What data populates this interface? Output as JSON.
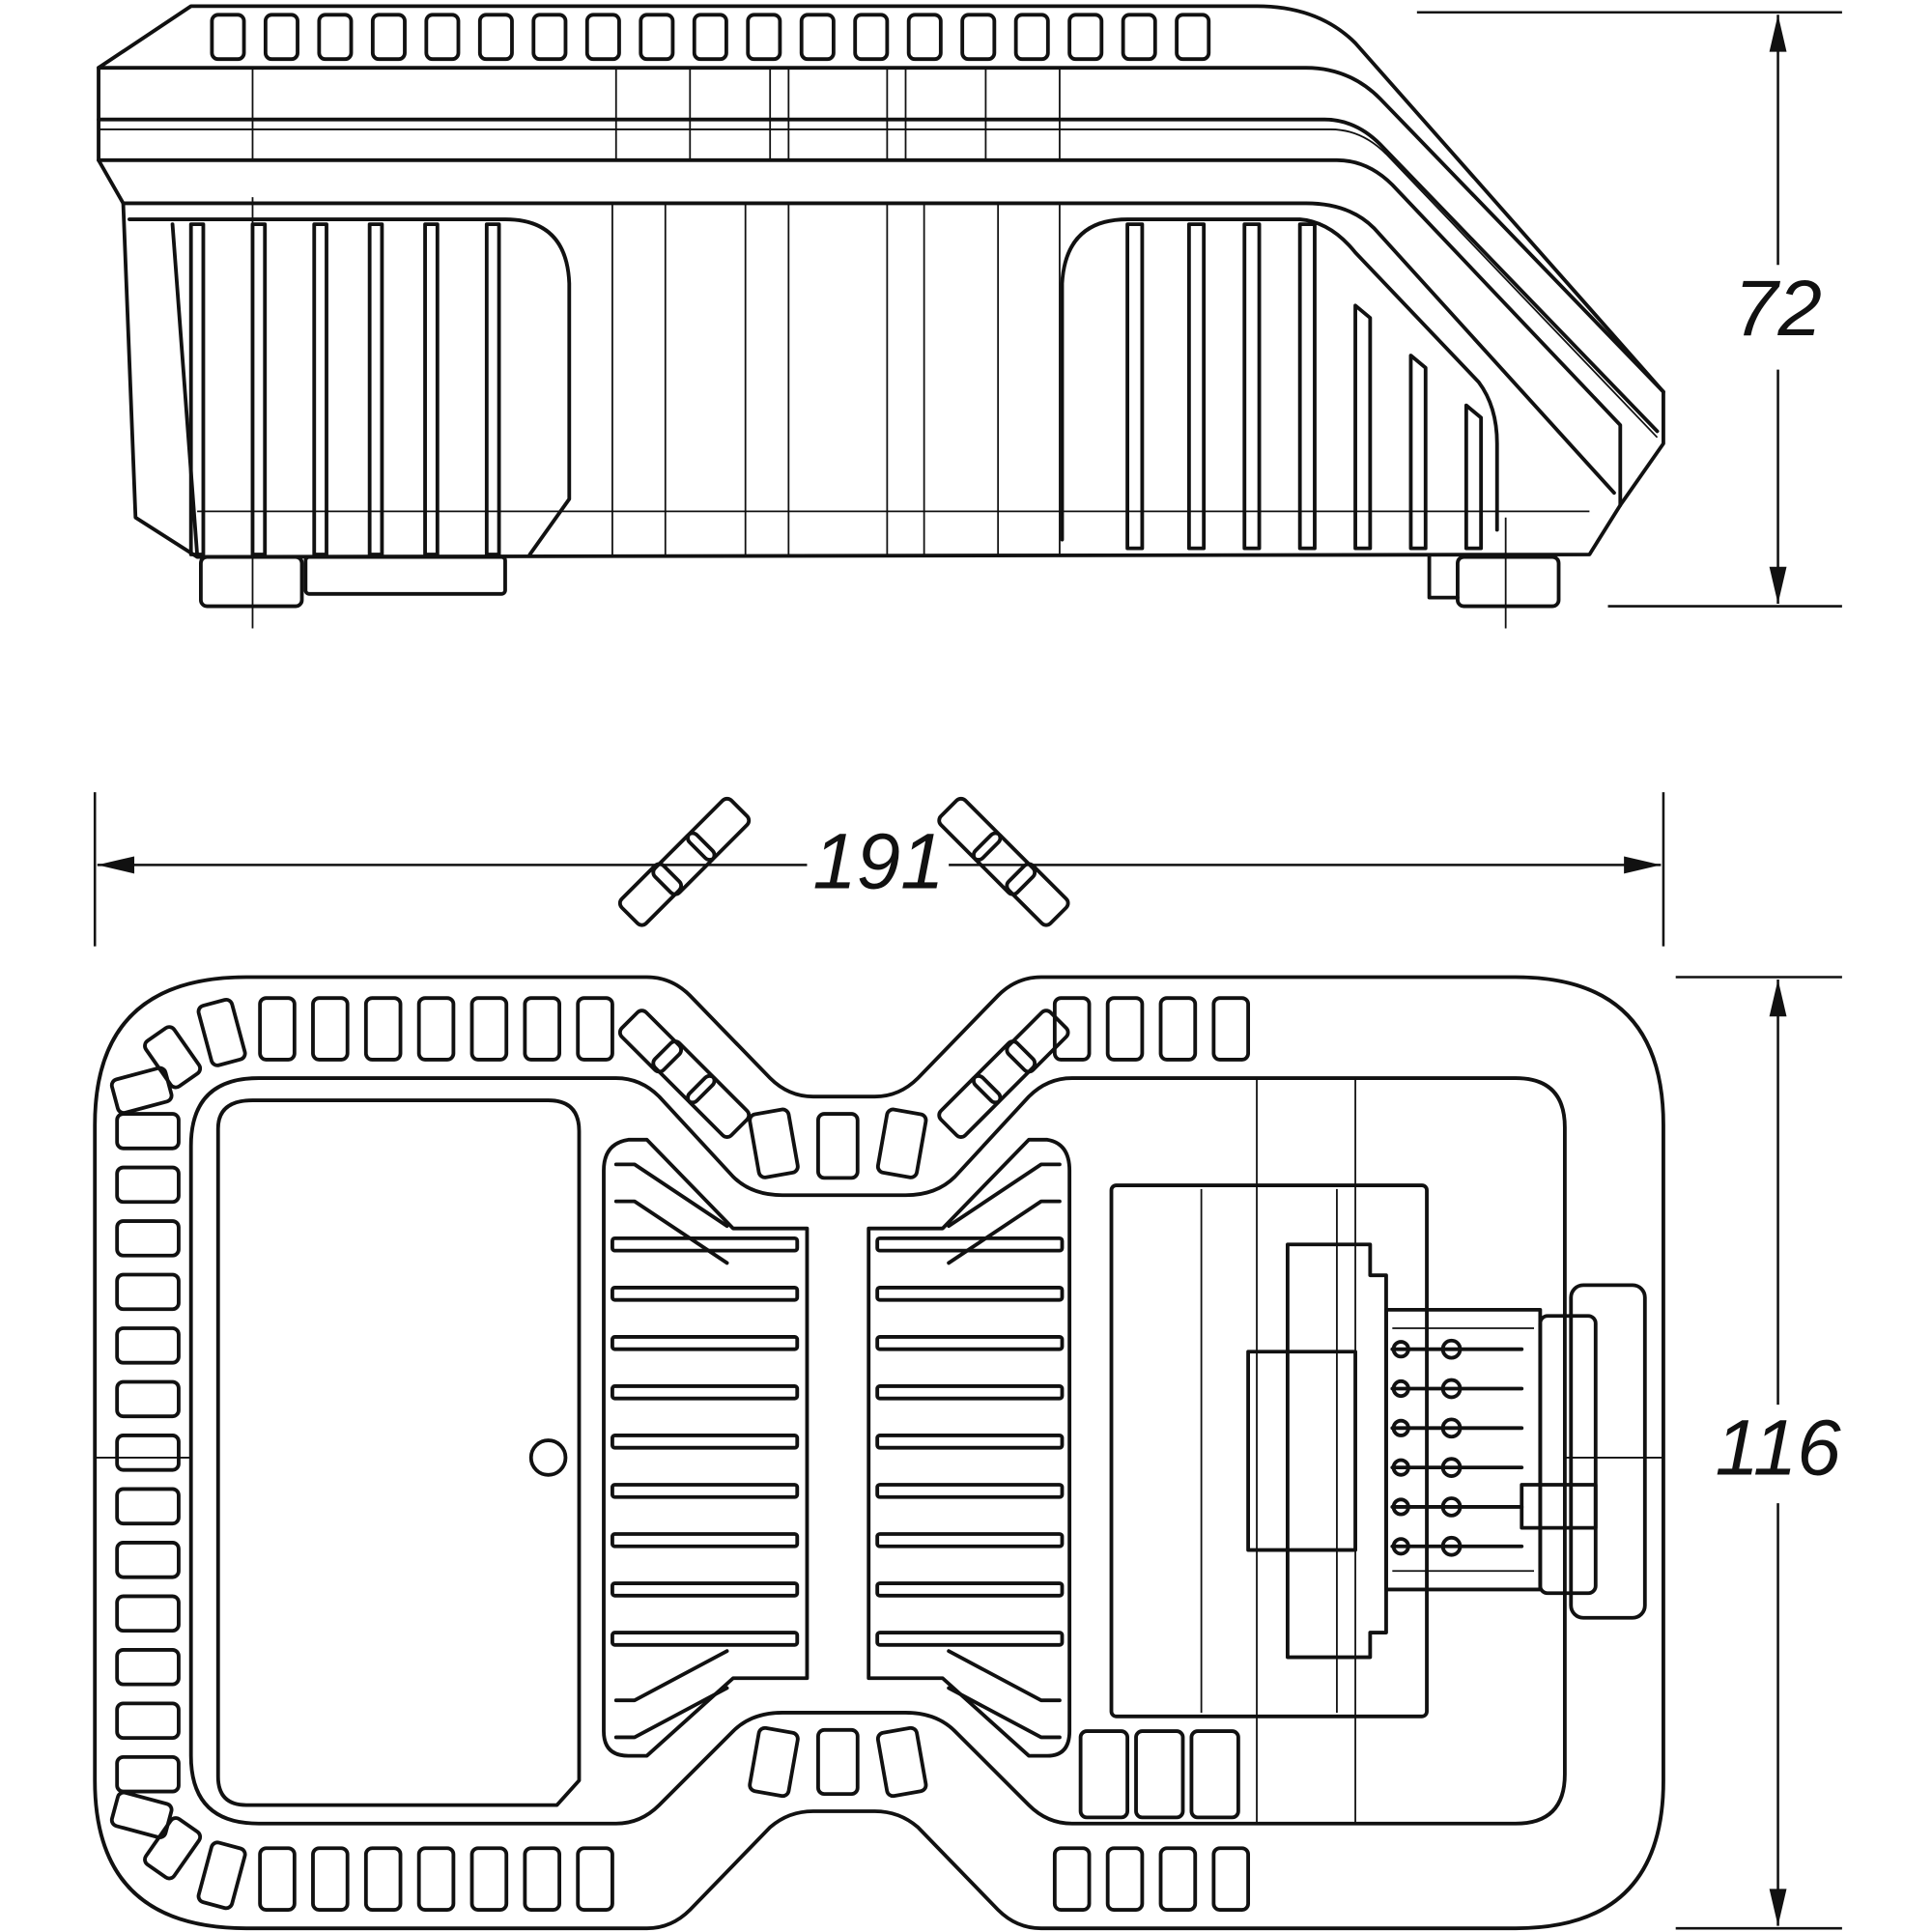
{
  "dimensions": {
    "height": "72",
    "length": "191",
    "width": "116"
  },
  "colors": {
    "line": "#111111",
    "background": "#ffffff"
  }
}
